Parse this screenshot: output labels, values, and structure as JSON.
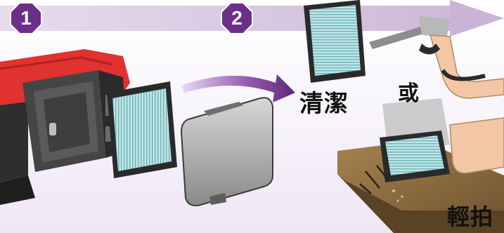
{
  "steps": [
    {
      "number": "1"
    },
    {
      "number": "2"
    }
  ],
  "labels": {
    "clean": "清潔",
    "or": "或",
    "tap": "輕拍"
  },
  "colors": {
    "step_badge": "#6c2f87",
    "progress_bar": "#d9cbe2",
    "arrow": "#7a3a96",
    "filter_media": "#a9dcde",
    "engine_red": "#e0322f",
    "housing_dark": "#3a3a3a",
    "cover_gray": "#8e8e8e",
    "table_wood": "#8a6a40"
  },
  "icons": [
    "engine-illustration",
    "air-filter-element",
    "air-filter-cover",
    "air-gun-illustration",
    "hand-tapping-illustration",
    "curved-arrow-icon"
  ]
}
